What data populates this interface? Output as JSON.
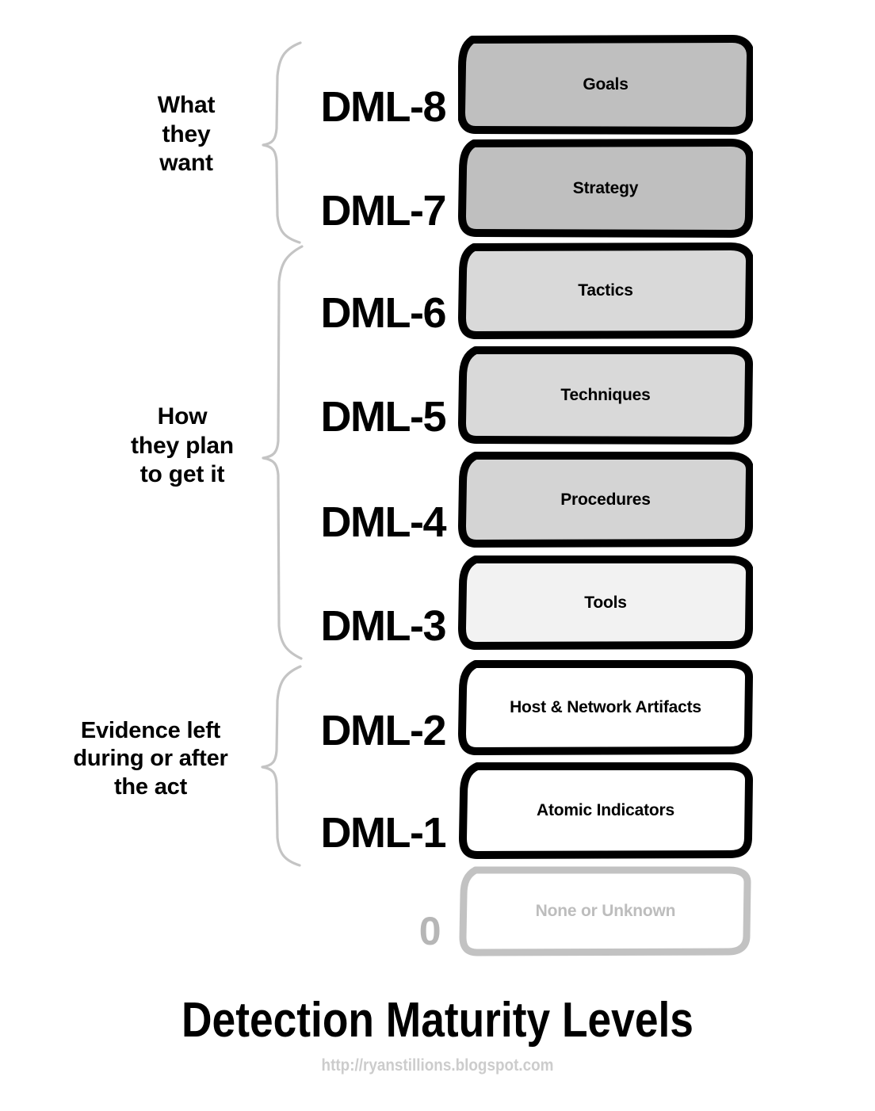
{
  "diagram": {
    "title": "Detection Maturity Levels",
    "url": "http://ryanstillions.blogspot.com",
    "groups": [
      {
        "id": "want",
        "caption_lines": [
          "What",
          "they",
          "want"
        ],
        "levels": [
          "DML-8",
          "DML-7"
        ]
      },
      {
        "id": "plan",
        "caption_lines": [
          "How",
          "they plan",
          "to get it"
        ],
        "levels": [
          "DML-6",
          "DML-5",
          "DML-4",
          "DML-3"
        ]
      },
      {
        "id": "evidence",
        "caption_lines": [
          "Evidence left",
          "during or after",
          "the act"
        ],
        "levels": [
          "DML-2",
          "DML-1"
        ]
      }
    ],
    "levels": [
      {
        "level": "DML-8",
        "label": "Goals",
        "fill": "#bfbfbf",
        "stroke": "#000000",
        "text_color": "#000000"
      },
      {
        "level": "DML-7",
        "label": "Strategy",
        "fill": "#bfbfbf",
        "stroke": "#000000",
        "text_color": "#000000"
      },
      {
        "level": "DML-6",
        "label": "Tactics",
        "fill": "#d9d9d9",
        "stroke": "#000000",
        "text_color": "#000000"
      },
      {
        "level": "DML-5",
        "label": "Techniques",
        "fill": "#d9d9d9",
        "stroke": "#000000",
        "text_color": "#000000"
      },
      {
        "level": "DML-4",
        "label": "Procedures",
        "fill": "#d4d4d4",
        "stroke": "#000000",
        "text_color": "#000000"
      },
      {
        "level": "DML-3",
        "label": "Tools",
        "fill": "#f2f2f2",
        "stroke": "#000000",
        "text_color": "#000000"
      },
      {
        "level": "DML-2",
        "label": "Host & Network Artifacts",
        "fill": "#ffffff",
        "stroke": "#000000",
        "text_color": "#000000"
      },
      {
        "level": "DML-1",
        "label": "Atomic Indicators",
        "fill": "#ffffff",
        "stroke": "#000000",
        "text_color": "#000000"
      },
      {
        "level": "0",
        "label": "None or Unknown",
        "fill": "#ffffff",
        "stroke": "#c2c2c2",
        "text_color": "#bdbdbd"
      }
    ],
    "colors": {
      "brace": "#c4c4c4",
      "ink": "#000000",
      "muted": "#bdbdbd",
      "page": "#ffffff"
    }
  }
}
